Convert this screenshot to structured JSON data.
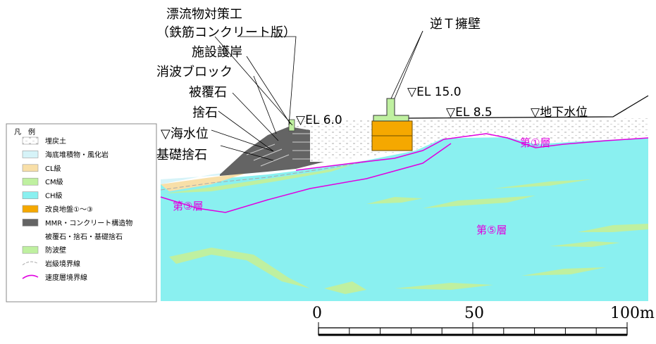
{
  "annotations": {
    "drift_measure": "漂流物対策工",
    "drift_measure_sub": "（鉄筋コンクリート版）",
    "facility_seawall": "施設護岸",
    "wave_block": "消波ブロック",
    "armor_stone": "被覆石",
    "rubble": "捨石",
    "sea_level": "▽海水位",
    "foundation_rubble": "基礎捨石",
    "inverted_t_wall": "逆Ｔ擁壁",
    "el_15": "▽EL 15.0",
    "el_6": "▽EL 6.0",
    "el_8_5": "▽EL 8.5",
    "groundwater": "▽地下水位"
  },
  "layers": {
    "layer1": "第①層",
    "layer3": "第③層",
    "layer5": "第⑤層"
  },
  "legend": {
    "title": "凡　例",
    "items": [
      {
        "label": "埋戻土",
        "swatch": "#ffffff",
        "pattern": "dots"
      },
      {
        "label": "海底堆積物・風化岩",
        "swatch": "#d6f3f8",
        "pattern": "fill"
      },
      {
        "label": "CL級",
        "swatch": "#f8dfa8",
        "pattern": "fill"
      },
      {
        "label": "CM級",
        "swatch": "#bff0a0",
        "pattern": "fill"
      },
      {
        "label": "CH級",
        "swatch": "#8af0f0",
        "pattern": "fill"
      },
      {
        "label": "改良地盤①～③",
        "swatch": "#f5a800",
        "pattern": "fill"
      },
      {
        "label": "MMR・コンクリート構造物",
        "swatch": "#646464",
        "pattern": "fill"
      },
      {
        "label": "被覆石・捨石・基礎捨石",
        "swatch": "",
        "pattern": "none"
      },
      {
        "label": "防波壁",
        "swatch": "#bff0a0",
        "pattern": "fill"
      },
      {
        "label": "岩級境界線",
        "swatch": "#aaaaaa",
        "pattern": "dashline"
      },
      {
        "label": "速度層境界線",
        "swatch": "#e000e0",
        "pattern": "line"
      }
    ]
  },
  "scale": {
    "tick_0": "0",
    "tick_50": "50",
    "tick_100": "100m"
  },
  "colors": {
    "ch_rock": "#8af0f0",
    "cm_rock": "#bff0a0",
    "cl_rock": "#f8dfa8",
    "improved_ground": "#f5a800",
    "concrete": "#646464",
    "velocity_boundary": "#e000e0",
    "wall_green": "#bff0a0"
  }
}
